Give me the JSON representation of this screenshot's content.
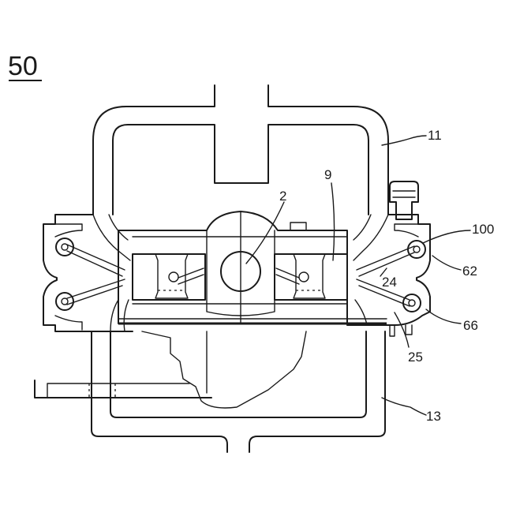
{
  "figure": {
    "number": "50"
  },
  "labels": {
    "l11": "11",
    "l9": "9",
    "l2": "2",
    "l100": "100",
    "l62": "62",
    "l24": "24",
    "l66": "66",
    "l25": "25",
    "l13": "13"
  }
}
